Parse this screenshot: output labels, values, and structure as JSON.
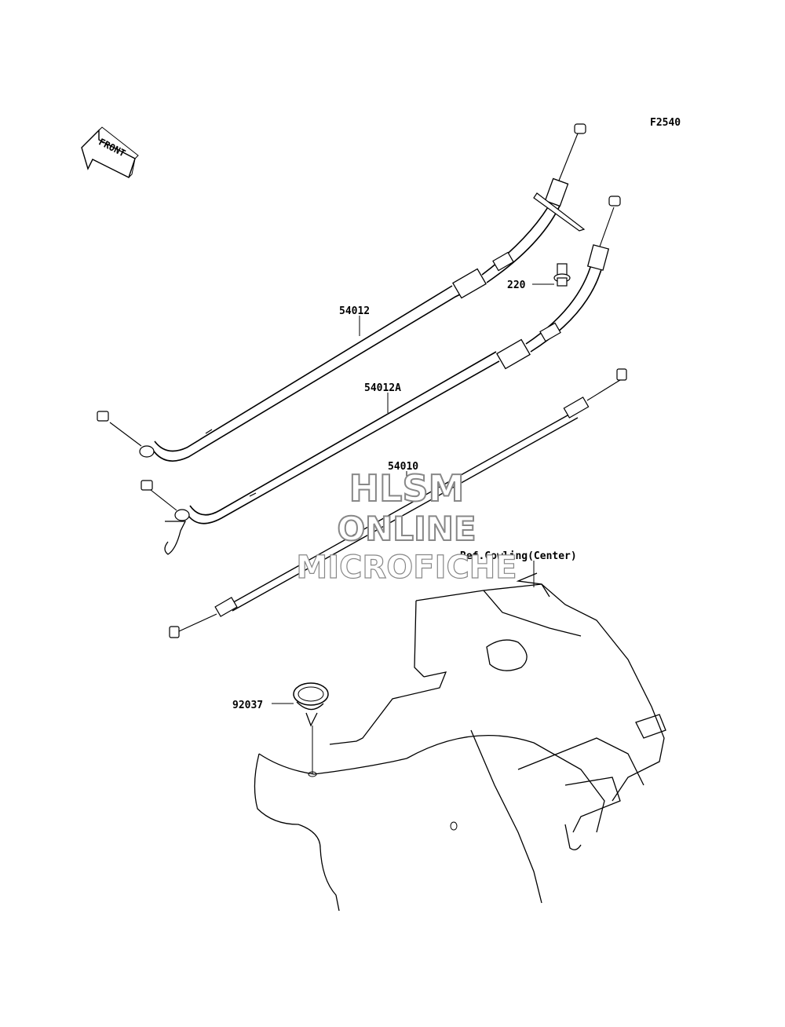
{
  "diagram_code": "F2540",
  "front_arrow_label": "FRONT",
  "parts": [
    {
      "number": "54012"
    },
    {
      "number": "54012A"
    },
    {
      "number": "54010"
    },
    {
      "number": "220"
    },
    {
      "number": "92037"
    }
  ],
  "reference_label": "Ref.Cowling(Center)",
  "watermark": {
    "line1": "HLSM",
    "line2": "ONLINE",
    "line3": "MICROFICHE"
  }
}
